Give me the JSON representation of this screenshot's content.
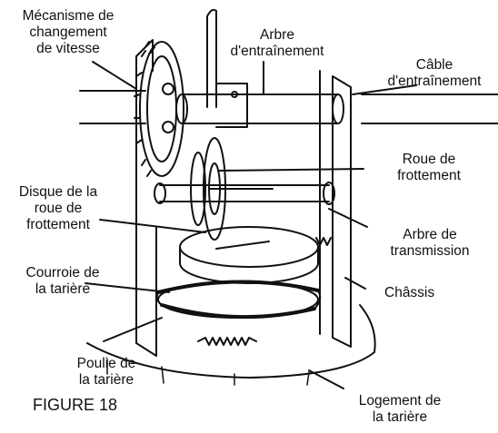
{
  "labels": {
    "gear_mechanism": "Mécanisme de\nchangement\nde vitesse",
    "drive_shaft": "Arbre\nd'entraînement",
    "drive_cable": "Câble\nd'entraînement",
    "friction_wheel": "Roue de\nfrottement",
    "friction_disc": "Disque de la\nroue de\nfrottement",
    "transmission_shaft": "Arbre de\ntransmission",
    "auger_belt": "Courroie de\nla tarière",
    "frame": "Châssis",
    "auger_pulley": "Poulie de\nla tarière",
    "auger_housing": "Logement de\nla tarière"
  },
  "caption": "FIGURE 18"
}
